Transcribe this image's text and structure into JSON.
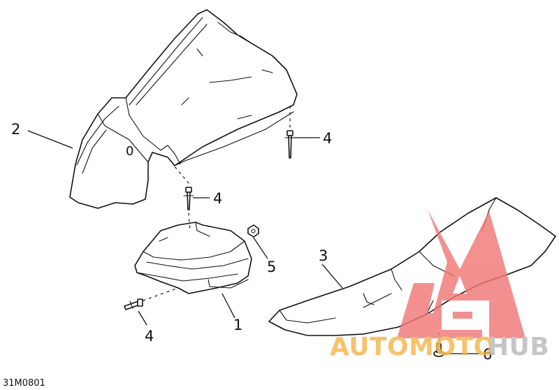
{
  "diagram": {
    "callouts": [
      {
        "id": "c1",
        "label": "1"
      },
      {
        "id": "c2",
        "label": "2"
      },
      {
        "id": "c3",
        "label": "3"
      },
      {
        "id": "c4a",
        "label": "4"
      },
      {
        "id": "c4b",
        "label": "4"
      },
      {
        "id": "c4c",
        "label": "4"
      },
      {
        "id": "c5",
        "label": "5"
      },
      {
        "id": "c6",
        "label": "6"
      }
    ],
    "inner_mark": "0",
    "reference_code": "31M0801"
  },
  "watermark": {
    "brand_prefix": "AUTOMOTO",
    "brand_suffix": "HUB",
    "colors": {
      "logo": "#f07878",
      "prefix": "#f5b54a",
      "suffix": "#b9b9b9"
    }
  }
}
